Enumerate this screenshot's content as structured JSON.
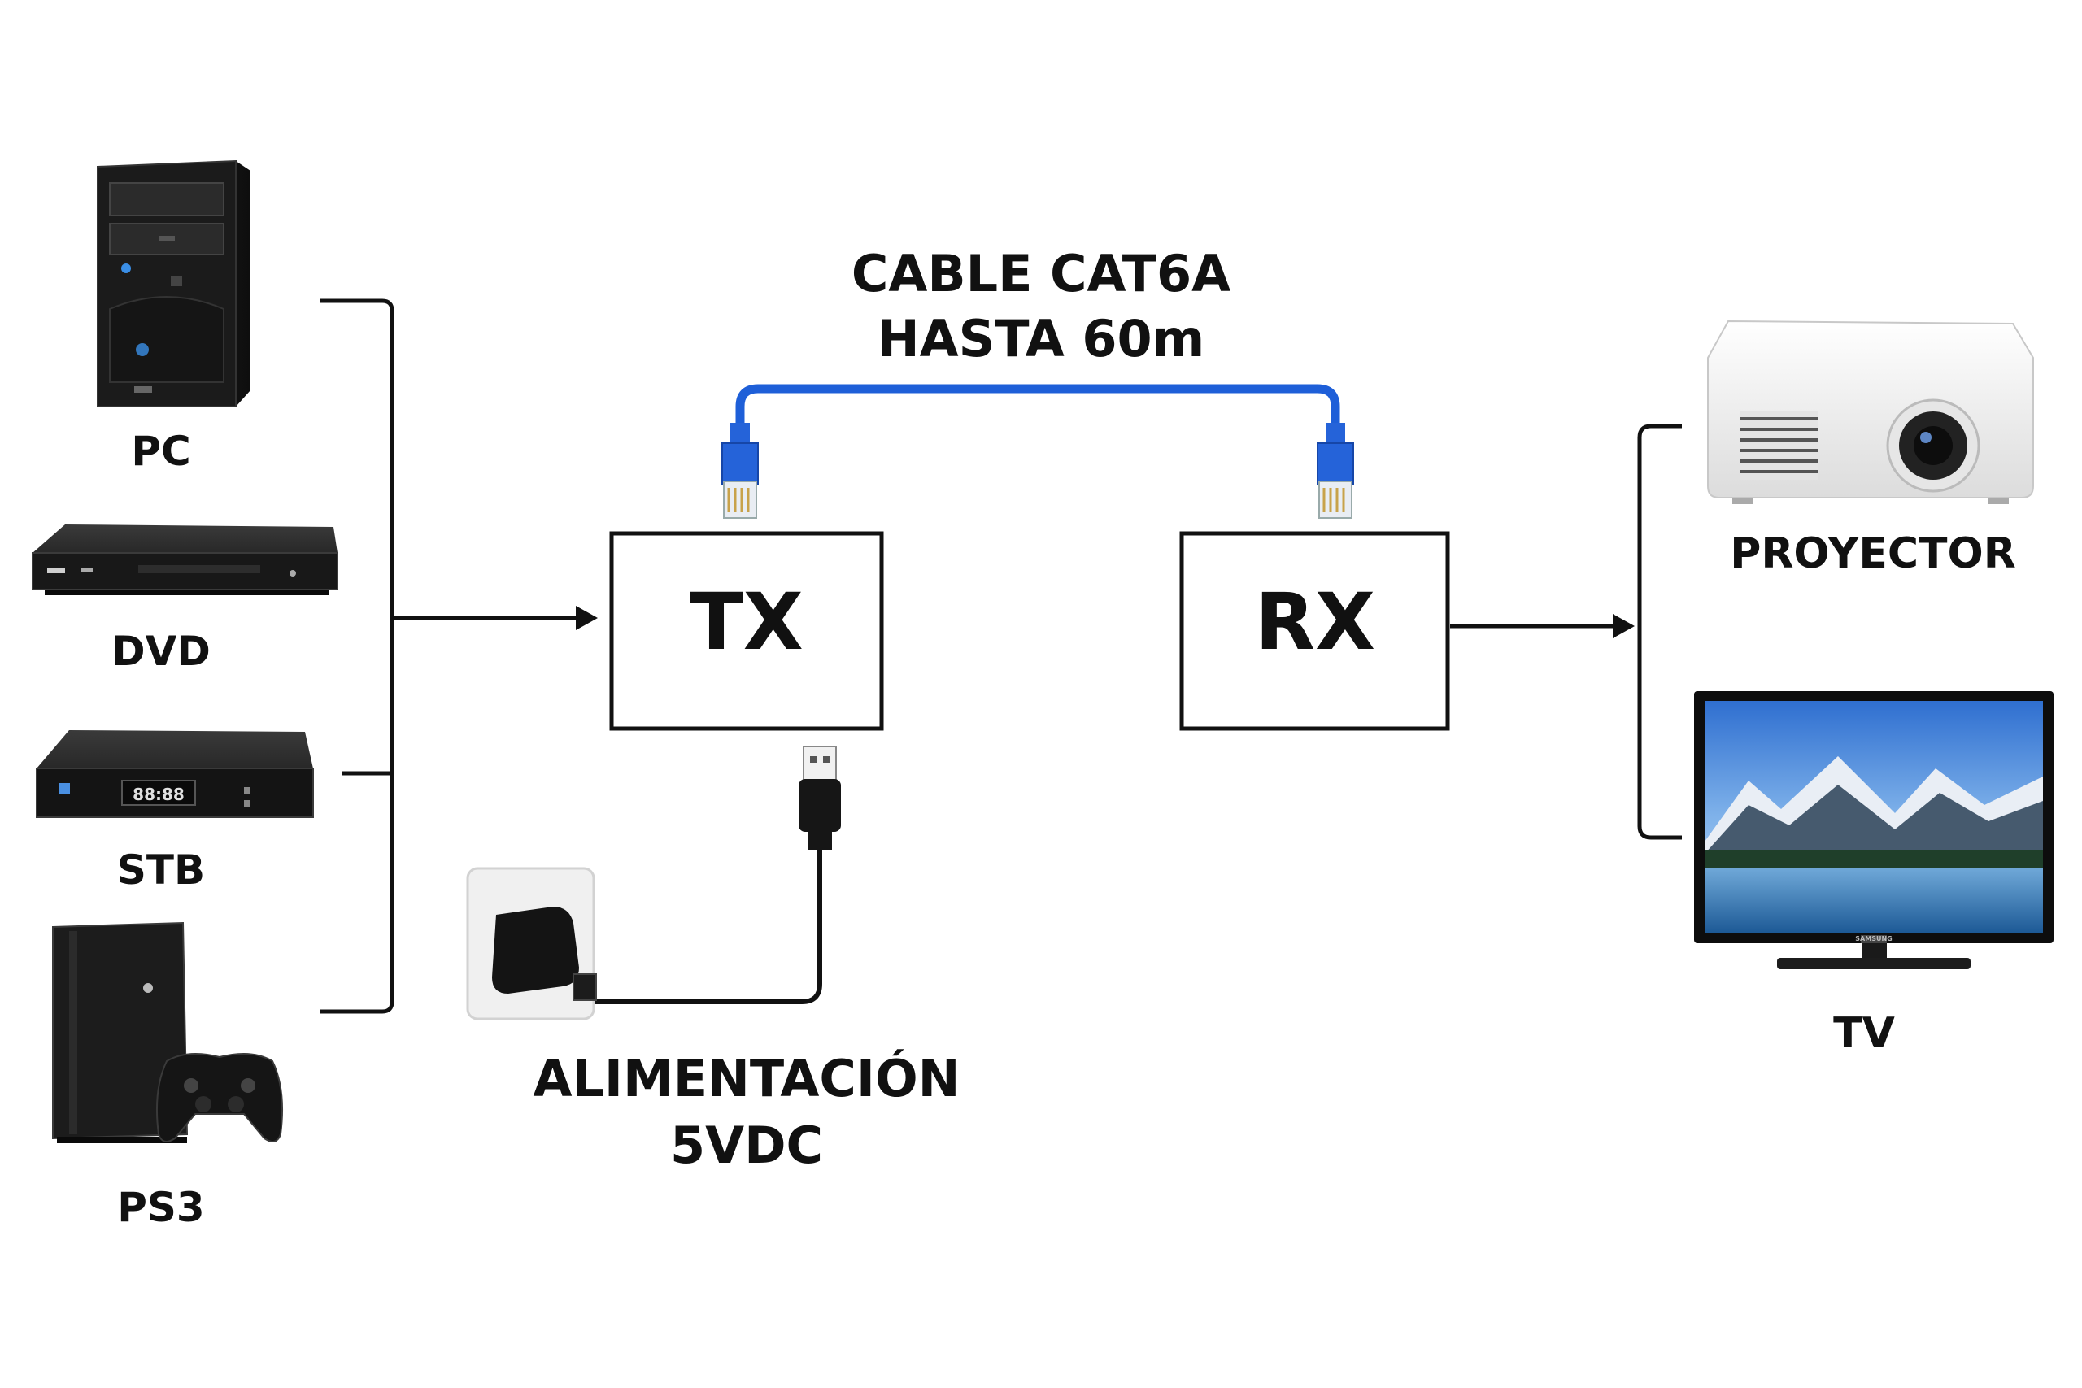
{
  "diagram": {
    "sources": [
      "PC",
      "DVD",
      "STB",
      "PS3"
    ],
    "transmitter_label": "TX",
    "receiver_label": "RX",
    "cable_label_line1": "CABLE CAT6A",
    "cable_label_line2": "HASTA 60m",
    "power_label_line1": "ALIMENTACIÓN",
    "power_label_line2": "5VDC",
    "outputs": [
      "PROYECTOR",
      "TV"
    ],
    "stb_display": "88:88",
    "tv_brand": "SAMSUNG",
    "colors": {
      "background": "#ffffff",
      "line": "#111111",
      "cable": "#1e5fd8",
      "connector": "#2563d9",
      "device": "#1a1a1a",
      "projector": "#f4f4f4"
    },
    "icons": [
      "pc-tower-icon",
      "dvd-player-icon",
      "stb-box-icon",
      "ps3-console-icon",
      "gamepad-icon",
      "ethernet-connector-icon",
      "usb-plug-icon",
      "wall-charger-icon",
      "projector-icon",
      "tv-icon"
    ]
  }
}
